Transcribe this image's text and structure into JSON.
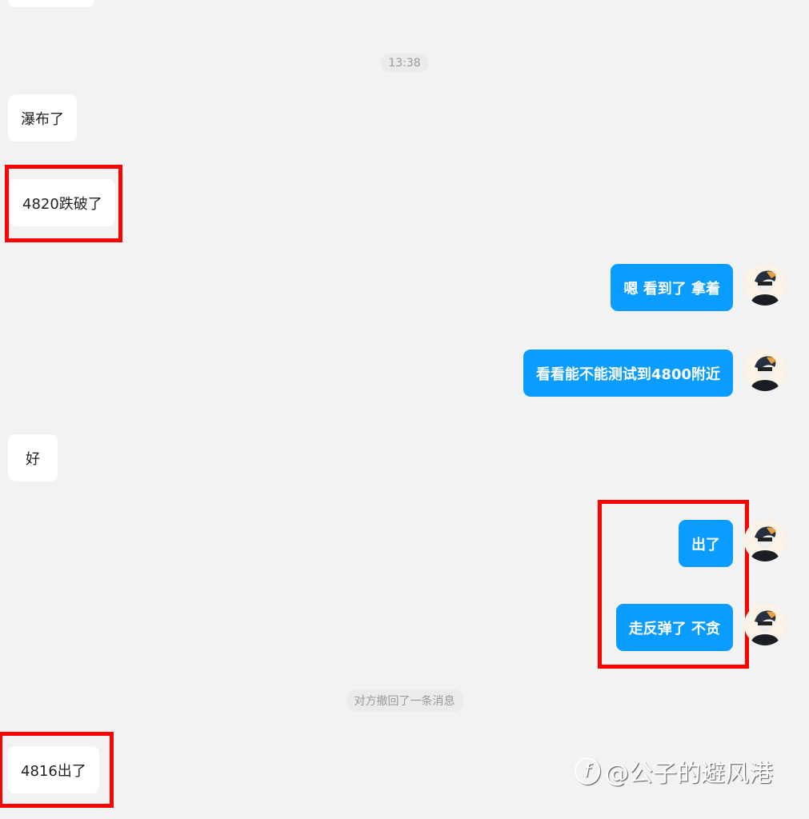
{
  "timestamp": "13:38",
  "messages": [
    {
      "side": "in",
      "text": "瀑布了"
    },
    {
      "side": "in",
      "text": "4820跌破了"
    },
    {
      "side": "out",
      "text": "嗯 看到了 拿着"
    },
    {
      "side": "out",
      "text": "看看能不能测试到4800附近"
    },
    {
      "side": "in",
      "text": "好"
    },
    {
      "side": "out",
      "text": "出了"
    },
    {
      "side": "out",
      "text": "走反弹了 不贪"
    },
    {
      "side": "in",
      "text": "4816出了"
    }
  ],
  "recall_notice": "对方撤回了一条消息",
  "watermark": "@公子的避风港",
  "colors": {
    "outgoing": "#0a9cfe",
    "highlight": "#ff0000",
    "background": "#f2f2f2"
  }
}
